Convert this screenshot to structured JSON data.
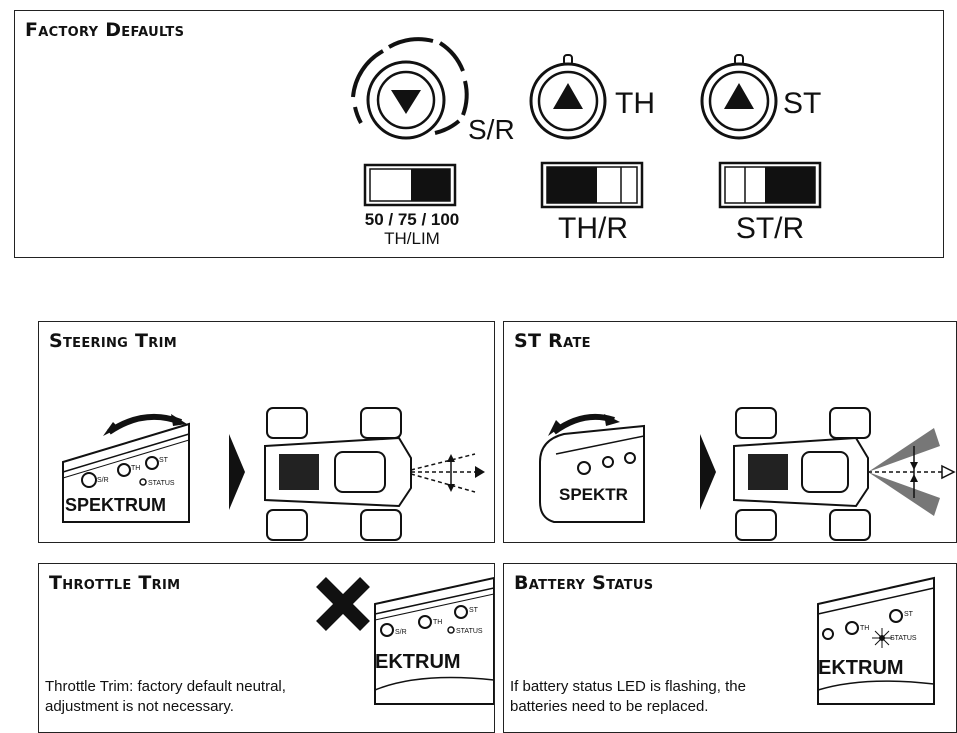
{
  "factory_defaults": {
    "title": "Factory Defaults",
    "sr_label": "S/R",
    "th_label": "TH",
    "st_label": "ST",
    "thlim_values": "50 / 75 / 100",
    "thlim_label": "TH/LIM",
    "thr_label": "TH/R",
    "str_label": "ST/R"
  },
  "steering_trim": {
    "title": "Steering Trim"
  },
  "st_rate": {
    "title": "ST Rate"
  },
  "throttle_trim": {
    "title": "Throttle Trim",
    "caption_line1": "Throttle Trim: factory default neutral,",
    "caption_line2": "adjustment is not necessary."
  },
  "battery_status": {
    "title": "Battery Status",
    "caption_line1": "If battery status LED is flashing, the",
    "caption_line2": "batteries need to be replaced."
  },
  "transmitter": {
    "brand": "SPEKTRUM",
    "brand_cropped": "SPEKTR",
    "brand_cropped_left": "EKTRUM",
    "sr_small": "S/R",
    "th_small": "TH",
    "st_small": "ST",
    "status_small": "STATUS"
  }
}
